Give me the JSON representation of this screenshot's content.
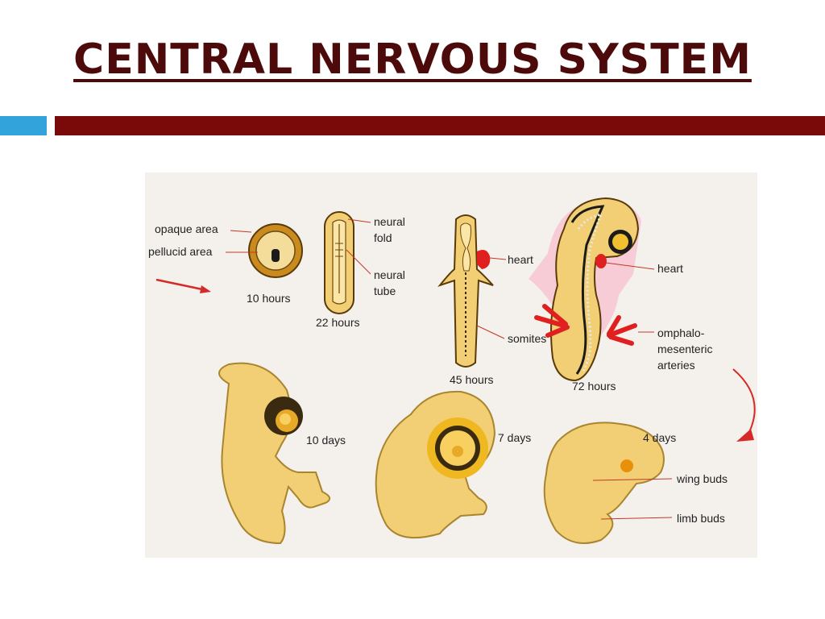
{
  "title": "CENTRAL NERVOUS SYSTEM",
  "colors": {
    "title": "#4d0a0a",
    "accent_blue": "#33a3dc",
    "accent_red": "#7a0a0a",
    "embryo": "#f2cf74",
    "leader": "#c0392b"
  },
  "labels": {
    "opaque_area": "opaque area",
    "pellucid_area": "pellucid area",
    "h10": "10 hours",
    "neural_fold_1": "neural",
    "neural_fold_2": "fold",
    "neural_tube_1": "neural",
    "neural_tube_2": "tube",
    "h22": "22 hours",
    "heart_45": "heart",
    "somites": "somites",
    "h45": "45 hours",
    "heart_72": "heart",
    "omph_1": "omphalo-",
    "omph_2": "mesenteric",
    "omph_3": "arteries",
    "h72": "72 hours",
    "d10": "10 days",
    "d7": "7 days",
    "d4": "4 days",
    "wing_buds": "wing buds",
    "limb_buds": "limb buds"
  }
}
